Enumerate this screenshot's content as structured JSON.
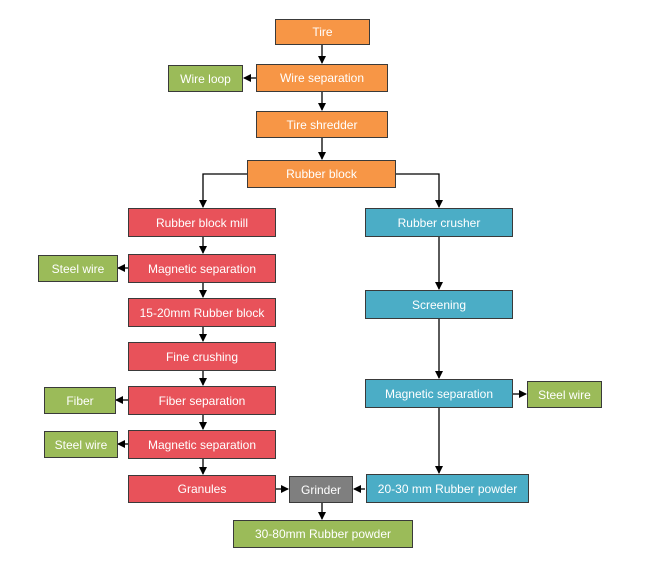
{
  "diagram": {
    "nodes": {
      "tire": {
        "label": "Tire",
        "color": "#f79646"
      },
      "wire_separation": {
        "label": "Wire separation",
        "color": "#f79646"
      },
      "wire_loop": {
        "label": "Wire loop",
        "color": "#9bbb59"
      },
      "tire_shredder": {
        "label": "Tire shredder",
        "color": "#f79646"
      },
      "rubber_block": {
        "label": "Rubber block",
        "color": "#f79646"
      },
      "rubber_block_mill": {
        "label": "Rubber block mill",
        "color": "#e8525a"
      },
      "magnetic_separation_1": {
        "label": "Magnetic separation",
        "color": "#e8525a"
      },
      "steel_wire_1": {
        "label": "Steel wire",
        "color": "#9bbb59"
      },
      "rubber_block_15_20": {
        "label": "15-20mm Rubber block",
        "color": "#e8525a"
      },
      "fine_crushing": {
        "label": "Fine crushing",
        "color": "#e8525a"
      },
      "fiber_separation": {
        "label": "Fiber separation",
        "color": "#e8525a"
      },
      "fiber": {
        "label": "Fiber",
        "color": "#9bbb59"
      },
      "magnetic_separation_2": {
        "label": "Magnetic separation",
        "color": "#e8525a"
      },
      "steel_wire_2": {
        "label": "Steel wire",
        "color": "#9bbb59"
      },
      "granules": {
        "label": "Granules",
        "color": "#e8525a"
      },
      "grinder": {
        "label": "Grinder",
        "color": "#7f7f7f"
      },
      "rubber_powder_30_80": {
        "label": "30-80mm Rubber powder",
        "color": "#9bbb59"
      },
      "rubber_crusher": {
        "label": "Rubber crusher",
        "color": "#4badc6"
      },
      "screening": {
        "label": "Screening",
        "color": "#4badc6"
      },
      "magnetic_separation_3": {
        "label": "Magnetic separation",
        "color": "#4badc6"
      },
      "steel_wire_3": {
        "label": "Steel wire",
        "color": "#9bbb59"
      },
      "rubber_powder_20_30": {
        "label": "20-30 mm Rubber powder",
        "color": "#4badc6"
      }
    }
  }
}
